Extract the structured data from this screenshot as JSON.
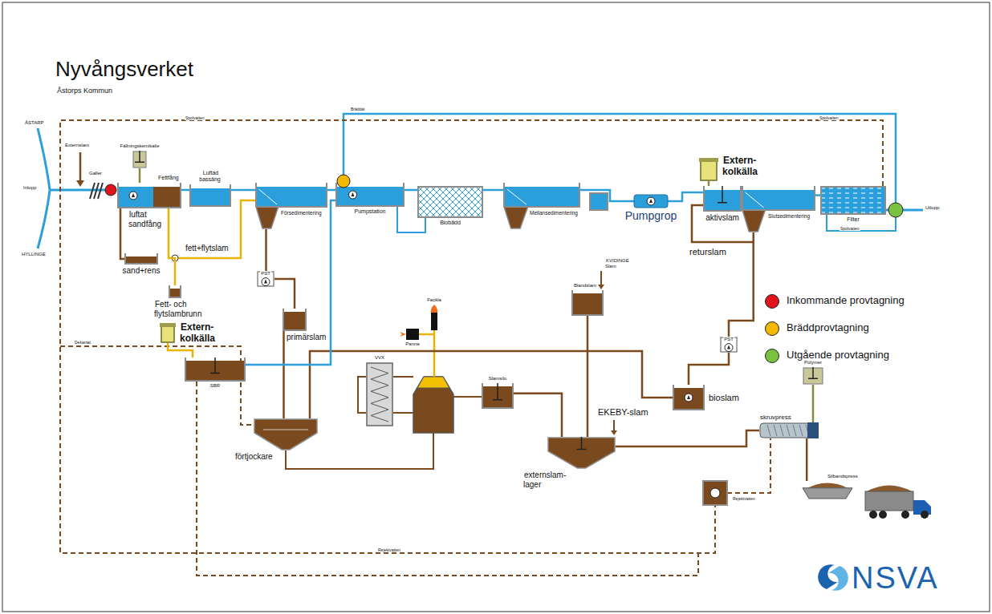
{
  "diagram": {
    "title": "Nyvångsverket",
    "nodes": [
      {
        "text": [
          "Fällningskemikalie"
        ]
      },
      {
        "text": [
          "luftat sandfång",
          "Fettfång"
        ]
      },
      {
        "text": [
          "Luftad bassäng"
        ]
      },
      {
        "text": [
          "Försedimentering"
        ]
      },
      {
        "text": [
          "Pumpstation"
        ]
      },
      {
        "text": [
          "Biobädd"
        ]
      },
      {
        "text": [
          "Mellansedimentering"
        ]
      },
      {
        "text": [
          "Pumpgrop"
        ]
      },
      {
        "text": [
          "Extern- kolkälla"
        ]
      },
      {
        "text": [
          "aktivslam"
        ]
      },
      {
        "text": [
          "Slutsedimentering"
        ]
      },
      {
        "text": [
          "Filter"
        ]
      },
      {
        "text": [
          "sand+rens"
        ]
      },
      {
        "text": [
          "Fett- och flytslambrunn"
        ]
      },
      {
        "text": [
          "PST"
        ]
      },
      {
        "text": [
          "primärslam"
        ]
      },
      {
        "text": [
          "förtjockare"
        ]
      },
      {
        "text": [
          "Panna"
        ]
      },
      {
        "text": [
          "Fackla"
        ]
      },
      {
        "text": [
          "VVX"
        ]
      },
      {
        "text": [
          "Slamsilo"
        ]
      },
      {
        "text": [
          "externslam- lager"
        ]
      },
      {
        "text": [
          "Blandslam"
        ]
      },
      {
        "text": [
          "PST"
        ]
      },
      {
        "text": [
          "bioslam"
        ]
      },
      {
        "text": [
          "Polymer"
        ]
      },
      {
        "text": [
          "skruvpress"
        ]
      },
      {
        "text": [
          "Silbandspress"
        ]
      },
      {
        "text": [
          "SBR"
        ]
      },
      {
        "text": [
          "Extern- kolkälla"
        ]
      }
    ],
    "edges": [
      {
        "from": 0,
        "to": 1,
        "arrow": "none"
      },
      {
        "from": 1,
        "to": 2,
        "arrow": "none"
      },
      {
        "from": 2,
        "to": 3,
        "arrow": "none"
      },
      {
        "from": 3,
        "to": 4,
        "arrow": "none"
      },
      {
        "from": 4,
        "to": 5,
        "arrow": "none"
      },
      {
        "from": 5,
        "to": 6,
        "arrow": "none"
      },
      {
        "from": 6,
        "to": 7,
        "arrow": "none"
      },
      {
        "from": 7,
        "to": 9,
        "arrow": "none"
      },
      {
        "from": 8,
        "to": 9,
        "arrow": "none"
      },
      {
        "from": 9,
        "to": 10,
        "arrow": "none"
      },
      {
        "from": 10,
        "to": 11,
        "arrow": "none"
      },
      {
        "from": 1,
        "to": 12,
        "arrow": "none"
      },
      {
        "from": 1,
        "to": 13,
        "arrow": "none"
      },
      {
        "from": 3,
        "to": 14,
        "arrow": "none"
      },
      {
        "from": 14,
        "to": 15,
        "arrow": "none"
      },
      {
        "from": 15,
        "to": 16,
        "arrow": "none"
      },
      {
        "from": 10,
        "to": 23,
        "arrow": "none"
      },
      {
        "from": 23,
        "to": 24,
        "arrow": "none"
      },
      {
        "from": 24,
        "to": 16,
        "arrow": "none"
      },
      {
        "from": 22,
        "to": 21,
        "arrow": "none"
      },
      {
        "from": 21,
        "to": 26,
        "arrow": "none"
      },
      {
        "from": 25,
        "to": 26,
        "arrow": "none"
      },
      {
        "from": 26,
        "to": 27,
        "arrow": "none"
      },
      {
        "from": 29,
        "to": 28,
        "arrow": "none"
      },
      {
        "from": 28,
        "to": 4,
        "arrow": "none"
      },
      {
        "from": 20,
        "to": 21,
        "arrow": "none"
      }
    ],
    "labels": [
      "Åstorps Kommun",
      "ÅSTARP",
      "Inlopp",
      "HYLLINGE",
      "Externslam",
      "Galler",
      "fett+flytslam",
      "Bräddat",
      "Spolvatten",
      "Spolvatten",
      "Spolvatten",
      "Utlopp",
      "returslam",
      "KVIDINGE Slam",
      "EKEBY-slam",
      "Dekantat",
      "Rejektvatten",
      "Rejektvatten",
      "NSVA"
    ],
    "legend": [
      {
        "text": "Inkommande provtagning",
        "color": "#e0141b"
      },
      {
        "text": "Bräddprovtagning",
        "color": "#f5b800"
      },
      {
        "text": "Utgående provtagning",
        "color": "#7ac142"
      }
    ]
  }
}
